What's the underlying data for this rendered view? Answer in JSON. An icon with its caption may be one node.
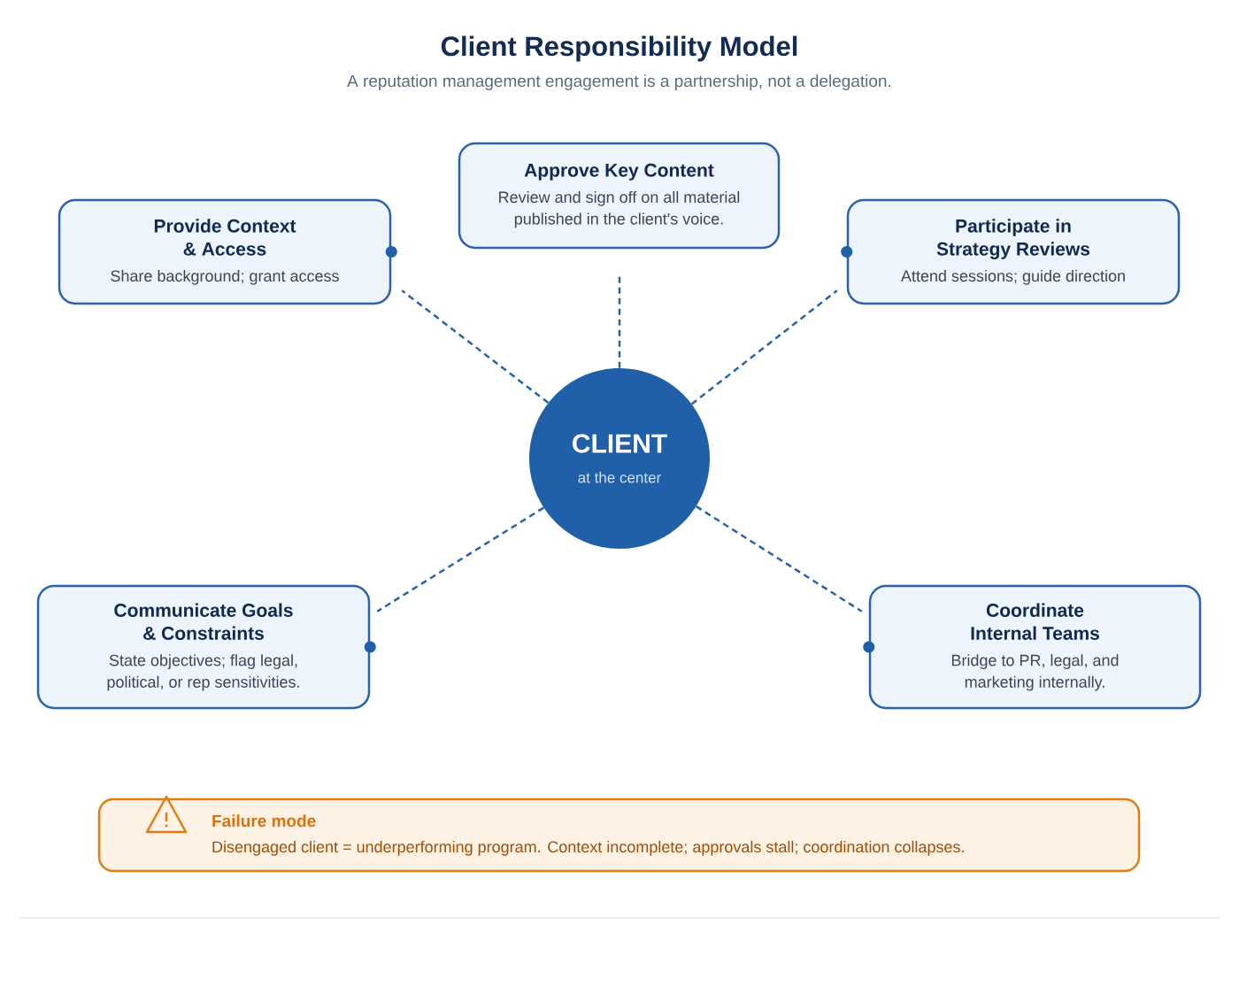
{
  "diagram": {
    "title": "Client Responsibility Model",
    "nodes": [
      {
        "text": [
          "Approve Key Content",
          "Review and sign off on all material published in the client's voice."
        ]
      },
      {
        "text": [
          "Provide Context & Access",
          "Share background; grant access"
        ]
      },
      {
        "text": [
          "Participate in Strategy Reviews",
          "Attend sessions; guide direction"
        ]
      },
      {
        "text": [
          "CLIENT",
          "at the center"
        ]
      },
      {
        "text": [
          "Communicate Goals & Constraints",
          "State objectives; flag legal, political, or rep sensitivities."
        ]
      },
      {
        "text": [
          "Coordinate Internal Teams",
          "Bridge to PR, legal, and marketing internally."
        ]
      },
      {
        "text": [
          "Failure mode",
          "Disengaged client = underperforming program. Context incomplete; approvals stall; coordination collapses."
        ]
      }
    ],
    "edges": [
      {
        "from": 3,
        "to": 0,
        "arrow": "none",
        "style": "dashed"
      },
      {
        "from": 3,
        "to": 1,
        "arrow": "none",
        "style": "dashed"
      },
      {
        "from": 3,
        "to": 2,
        "arrow": "none",
        "style": "dashed"
      },
      {
        "from": 3,
        "to": 4,
        "arrow": "none",
        "style": "dashed"
      },
      {
        "from": 3,
        "to": 5,
        "arrow": "none",
        "style": "dashed"
      }
    ],
    "labels": [
      "A reputation management engagement is a partnership, not a delegation."
    ]
  }
}
